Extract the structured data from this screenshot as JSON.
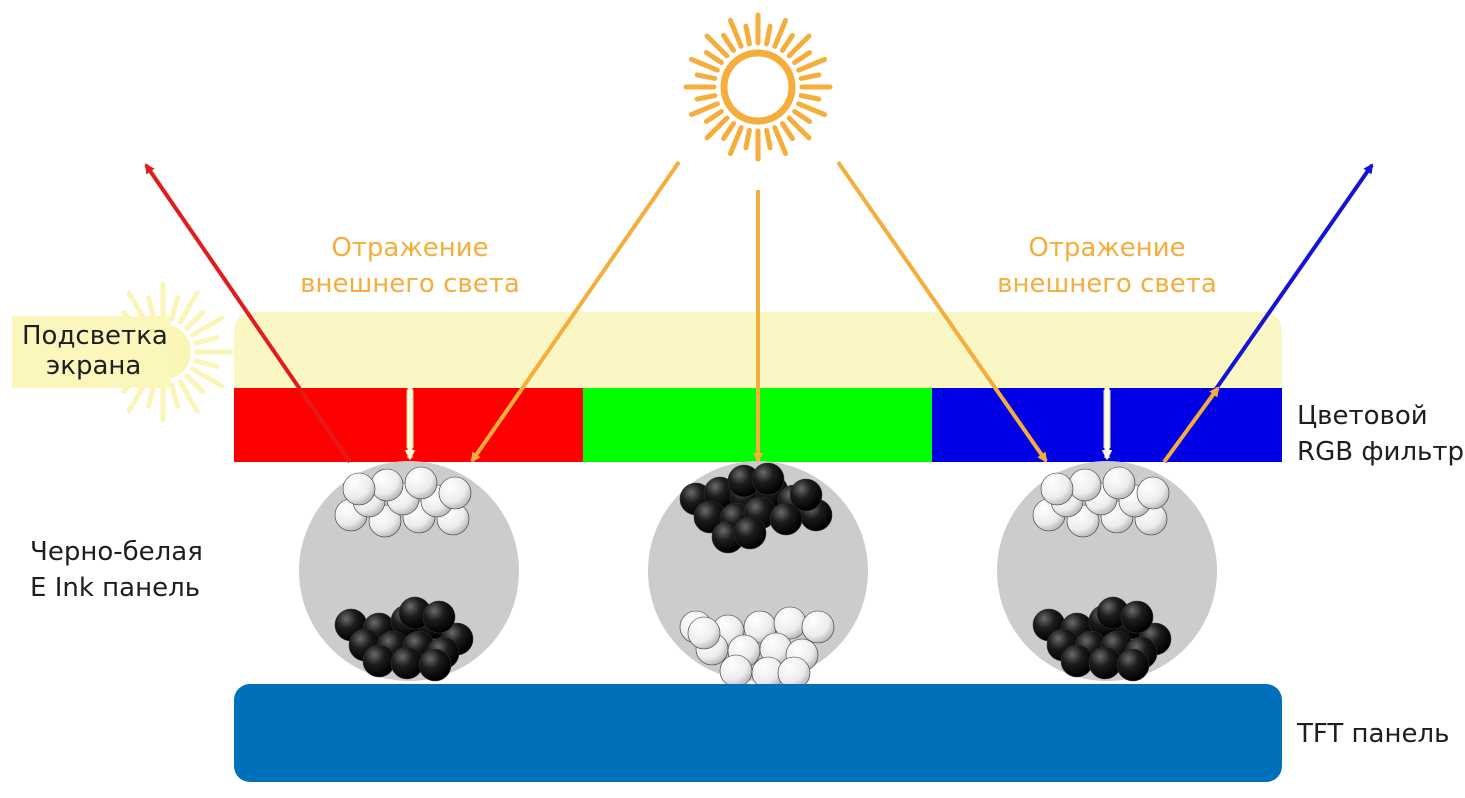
{
  "labels": {
    "reflection_left_1": "Отражение",
    "reflection_left_2": "внешнего света",
    "reflection_right_1": "Отражение",
    "reflection_right_2": "внешнего света",
    "backlight_1": "Подсветка",
    "backlight_2": "экрана",
    "rgb_filter_1": "Цветовой",
    "rgb_filter_2": "RGB фильтр",
    "eink_1": "Черно-белая",
    "eink_2": "E Ink панель",
    "tft": "TFT панель"
  },
  "colors": {
    "sun": "#f5ad3c",
    "sun_glow": "#fbf5b8",
    "light_guide": "#fbf7c4",
    "filter_red": "#ff0000",
    "filter_green": "#00ff00",
    "filter_blue": "#0000e6",
    "tft": "#0070bb",
    "capsule": "#cccccc",
    "ray_red": "#e31b1b",
    "ray_blue": "#1414d8",
    "ray_backlight": "#fdfbe0",
    "reflection_text": "#f5ad3c"
  },
  "icons": {
    "sun": "sun-icon",
    "glow": "backlight-glow-icon"
  }
}
